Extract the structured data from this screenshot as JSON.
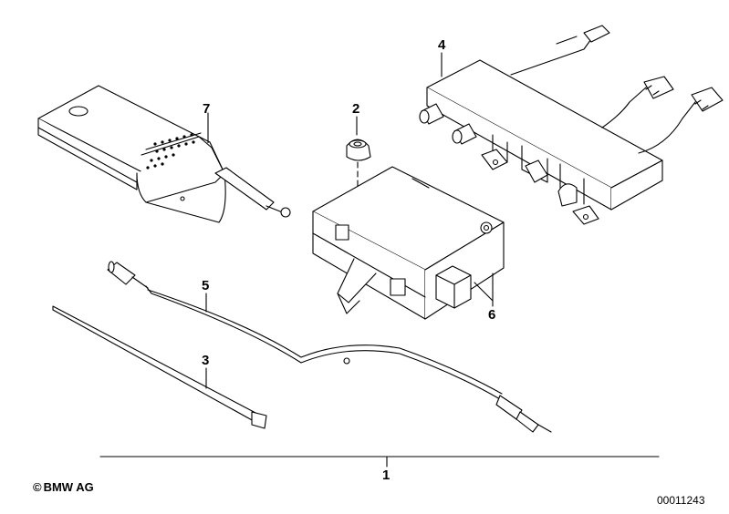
{
  "callouts": {
    "c1": "1",
    "c2": "2",
    "c3": "3",
    "c4": "4",
    "c5": "5",
    "c6": "6",
    "c7": "7"
  },
  "footer": {
    "copyright_symbol": "©",
    "copyright_text": "BMW AG",
    "document_id": "00011243"
  }
}
